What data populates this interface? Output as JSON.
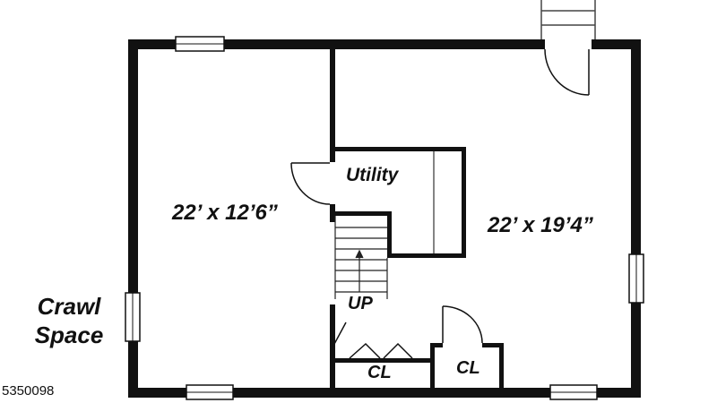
{
  "rooms": {
    "left_room": "22’ x 12’6”",
    "right_room": "22’ x 19’4”",
    "utility": "Utility",
    "stair": "UP",
    "closet_left": "CL",
    "closet_right": "CL"
  },
  "exterior": {
    "crawl_line1": "Crawl",
    "crawl_line2": "Space"
  },
  "listing_id": "5350098",
  "colors": {
    "wall": "#111111",
    "background": "#ffffff"
  }
}
